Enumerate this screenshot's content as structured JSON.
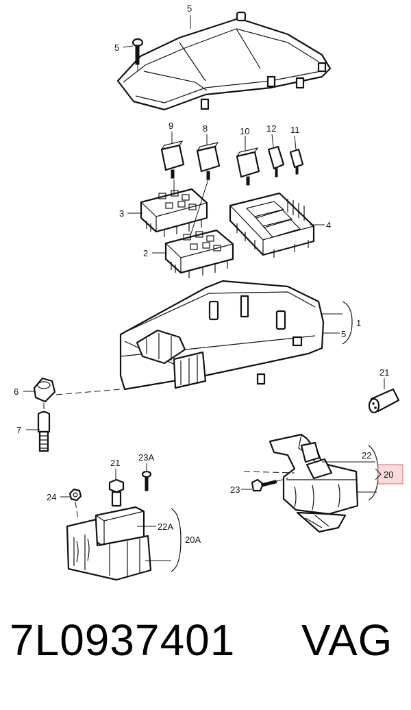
{
  "labels": {
    "l5_top": "5",
    "l5_screw": "5",
    "l9": "9",
    "l8": "8",
    "l10": "10",
    "l12": "12",
    "l11": "11",
    "l3": "3",
    "l4": "4",
    "l2": "2",
    "l1": "1",
    "l5_body": "5",
    "l6": "6",
    "l7": "7",
    "l21_right": "21",
    "l21_left": "21",
    "l23a": "23A",
    "l24": "24",
    "l22a": "22A",
    "l20a": "20A",
    "l22": "22",
    "l23": "23",
    "l20": "20"
  },
  "footer": {
    "part_number": "7L0937401",
    "brand": "VAG"
  }
}
